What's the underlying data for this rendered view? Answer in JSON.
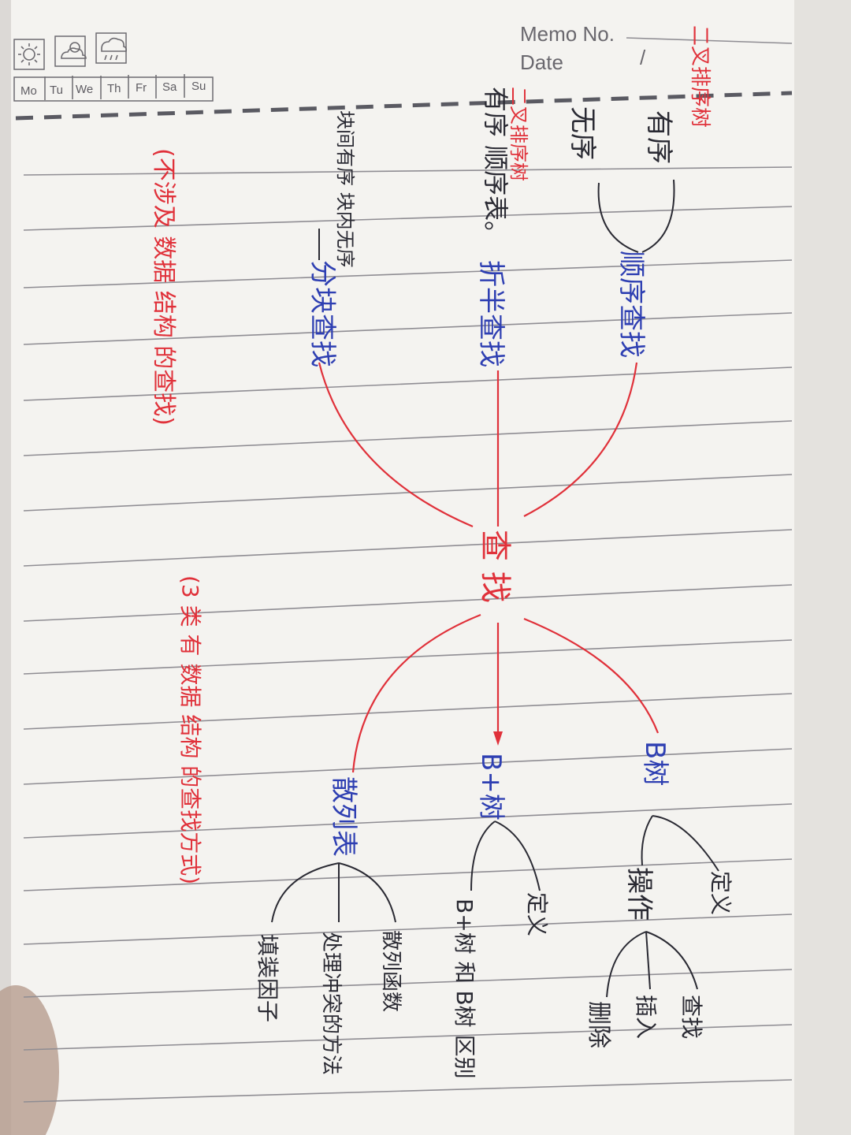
{
  "header": {
    "memo_label": "Memo No.",
    "date_label": "Date",
    "date_separator": "/",
    "weekdays": [
      "Mo",
      "Tu",
      "We",
      "Th",
      "Fr",
      "Sa",
      "Su"
    ],
    "weather_icons": [
      "sun-icon",
      "partly-cloudy-icon",
      "rain-cloud-icon"
    ]
  },
  "notes": {
    "center": "查 找",
    "top_left_red": "二叉排序树",
    "top_left_red_2": "二叉排序树",
    "seq_items": [
      "有序",
      "无序"
    ],
    "seq": "顺序查找",
    "bin_item": "有序 顺序表。",
    "bin": "折半查找",
    "block_item": "块间有序 块内无序",
    "block": "分块查找",
    "left_note": "(不涉及 数据 结构 的查找)",
    "right_note": "(3 类 有 数据 结构 的查找方式)",
    "btree": "B树",
    "btree_def": "定义",
    "btree_ops": "操作",
    "btree_ops_items": [
      "查找",
      "插入",
      "删除"
    ],
    "bplus": "B+树",
    "bplus_def": "定义",
    "bplus_cmp": "B+树 和 B树 区别",
    "hash": "散列表",
    "hash_items": [
      "散列函数",
      "处理冲突的方法",
      "填装因子"
    ]
  },
  "colors": {
    "paper": "#f4f3f0",
    "rule_line": "#8f8d93",
    "red_ink": "#e0313a",
    "blue_ink": "#2e3fb2",
    "black_ink": "#2a2a33"
  }
}
